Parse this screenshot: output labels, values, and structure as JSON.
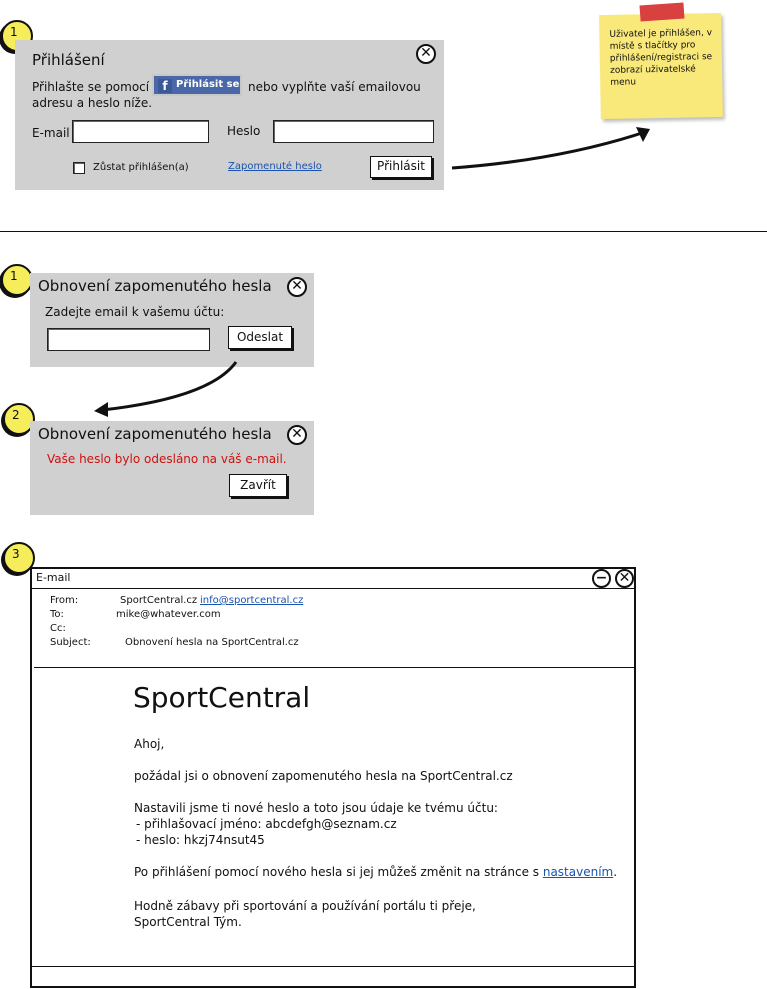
{
  "login": {
    "badge": "1",
    "title": "Přihlášení",
    "intro_before": "Přihlašte se pomocí",
    "fb_button": "Přihlásit se",
    "intro_after": "nebo vyplňte vaší emailovou",
    "intro_line2": "adresu a heslo níže.",
    "email_label": "E-mail",
    "email_value": "",
    "password_label": "Heslo",
    "password_value": "",
    "remember_label": "Zůstat přihlášen(a)",
    "forgot_link": "Zapomenuté heslo",
    "submit_label": "Přihlásit"
  },
  "note": {
    "text": "Uživatel je přihlášen, v místě s tlačítky pro přihlášení/registraci se zobrazí uživatelské menu"
  },
  "reset_step1": {
    "badge": "1",
    "title": "Obnovení zapomenutého hesla",
    "prompt": "Zadejte email k vašemu účtu:",
    "email_value": "",
    "send_label": "Odeslat"
  },
  "reset_step2": {
    "badge": "2",
    "title": "Obnovení zapomenutého hesla",
    "message": "Vaše heslo bylo odesláno na váš e-mail.",
    "close_label": "Zavřít"
  },
  "email": {
    "badge": "3",
    "window_title": "E-mail",
    "from_label": "From:",
    "from_name": "SportCentral.cz",
    "from_address": "info@sportcentral.cz",
    "to_label": "To:",
    "to_value": "mike@whatever.com",
    "cc_label": "Cc:",
    "subject_label": "Subject:",
    "subject_value": "Obnovení hesla na SportCentral.cz",
    "brand": "SportCentral",
    "greeting": "Ahoj,",
    "line1": "požádal jsi o obnovení zapomenutého hesla na SportCentral.cz",
    "line2": "Nastavili jsme ti nové heslo a toto jsou údaje ke tvému účtu:",
    "line3": "- přihlašovací jméno: abcdefgh@seznam.cz",
    "line4": "- heslo: hkzj74nsut45",
    "line5_before": "Po přihlášení pomocí nového hesla si jej můžeš změnit na stránce s",
    "line5_link": "nastavením",
    "line5_after": ".",
    "closing1": "Hodně zábavy při sportování a používání portálu ti přeje,",
    "closing2": "SportCentral Tým."
  },
  "colors": {
    "panel_bg": "#d0d0d0",
    "badge": "#f6ed5a",
    "sticky": "#f9e97a",
    "error_text": "#d01010",
    "link": "#1a53b0",
    "facebook": "#4a68a8"
  }
}
